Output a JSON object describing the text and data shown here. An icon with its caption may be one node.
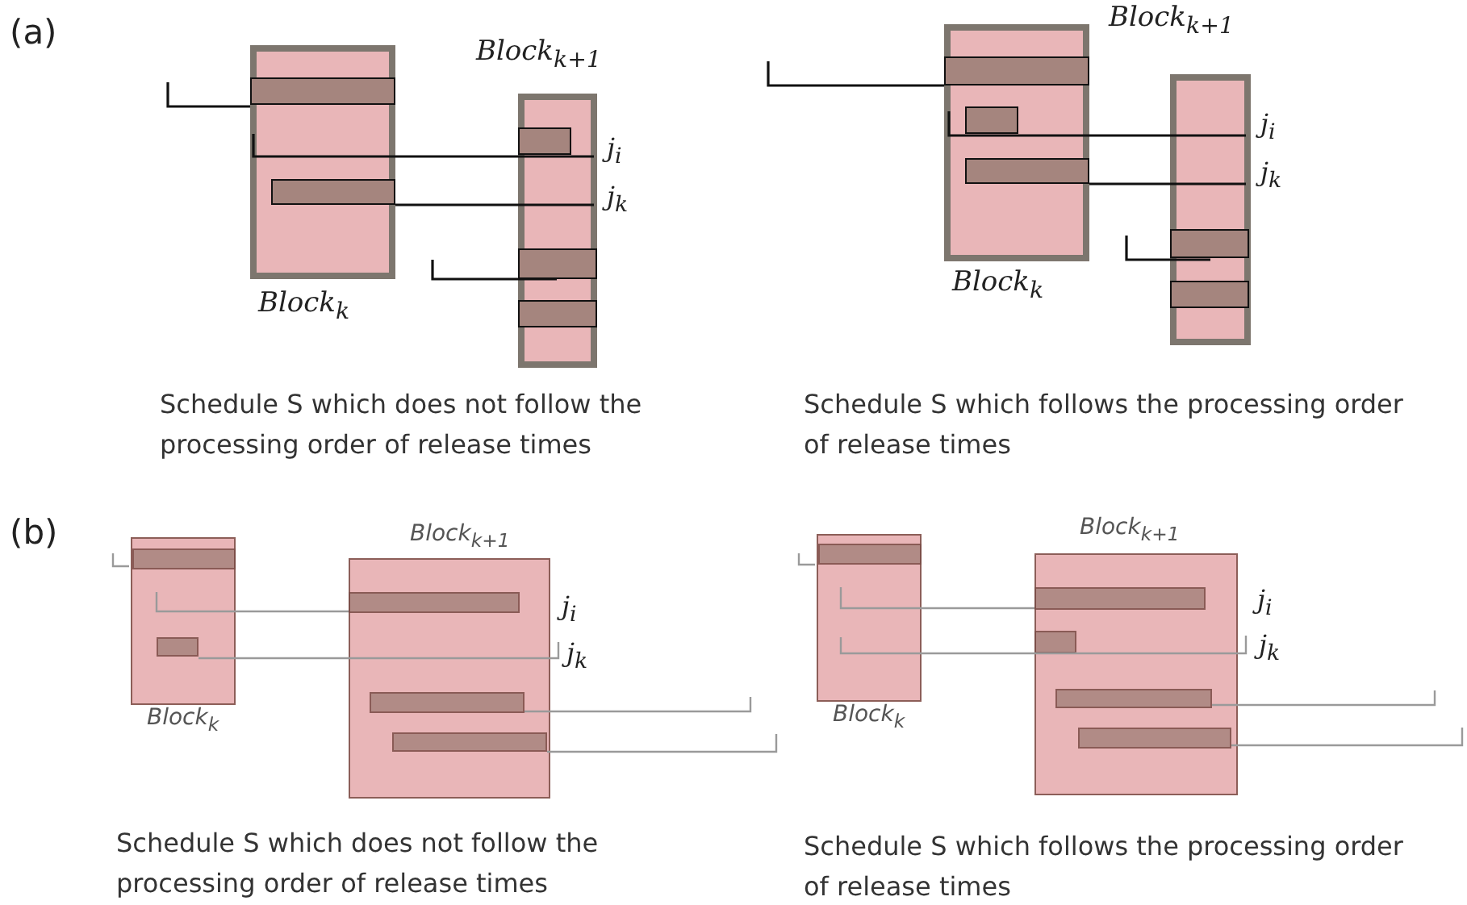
{
  "diagram": {
    "nodes": [
      {
        "text": [
          "Block$_{k}$"
        ]
      },
      {
        "text": [],
        "shape": "bar",
        "in": 0
      },
      {
        "text": [],
        "shape": "bar",
        "in": 0
      },
      {
        "text": [
          "Block$_{k+1}$"
        ]
      },
      {
        "text": [],
        "shape": "bar",
        "in": 3
      },
      {
        "text": [],
        "shape": "bar",
        "in": 3
      },
      {
        "text": [],
        "shape": "bar",
        "in": 3
      },
      {
        "text": [
          "Block$_{k}$"
        ]
      },
      {
        "text": [],
        "shape": "bar",
        "in": 7
      },
      {
        "text": [],
        "shape": "bar",
        "in": 7
      },
      {
        "text": [],
        "shape": "bar",
        "in": 7
      },
      {
        "text": [
          "Block$_{k+1}$"
        ]
      },
      {
        "text": [],
        "shape": "bar",
        "in": 11
      },
      {
        "text": [],
        "shape": "bar",
        "in": 11
      },
      {
        "text": [
          "Block$_{k}$"
        ]
      },
      {
        "text": [],
        "shape": "bar",
        "in": 14
      },
      {
        "text": [],
        "shape": "bar",
        "in": 14
      },
      {
        "text": [
          "Block$_{k+1}$"
        ]
      },
      {
        "text": [],
        "shape": "bar",
        "in": 17
      },
      {
        "text": [],
        "shape": "bar",
        "in": 17
      },
      {
        "text": [],
        "shape": "bar",
        "in": 17
      },
      {
        "text": [
          "Block$_{k}$"
        ]
      },
      {
        "text": [],
        "shape": "bar",
        "in": 21
      },
      {
        "text": [
          "Block$_{k+1}$"
        ]
      },
      {
        "text": [],
        "shape": "bar",
        "in": 23
      },
      {
        "text": [],
        "shape": "bar",
        "in": 23
      },
      {
        "text": [],
        "shape": "bar",
        "in": 23
      },
      {
        "text": [],
        "shape": "bar",
        "in": 23
      }
    ],
    "labels": [
      "(a)",
      "j$_{i}$",
      "j$_{k}$",
      "Schedule S which does not follow the processing order of release times",
      "j$_{i}$",
      "j$_{k}$",
      "Schedule S which follows the processing order of release times",
      "(b)",
      "j$_{i}$",
      "j$_{k}$",
      "Schedule S which does not follow the processing order of release times",
      "j$_{i}$",
      "j$_{k}$",
      "Schedule S which follows the processing order of release times"
    ]
  }
}
